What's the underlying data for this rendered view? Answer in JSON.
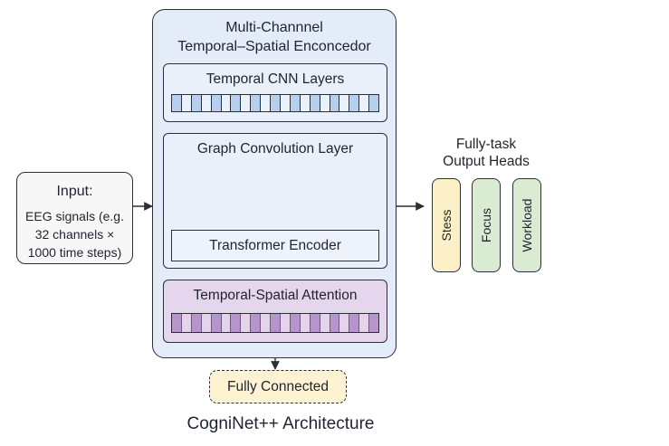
{
  "input": {
    "title": "Input:",
    "line1": "EEG signals (e.g.",
    "line2": "32 channels ×",
    "line3": "1000 time steps)"
  },
  "encoder": {
    "title_line1": "Multi-Channnel",
    "title_line2": "Temporal–Spatial Enconcedor",
    "cnn_label": "Temporal CNN Layers",
    "graph_label": "Graph Convolution Layer",
    "transformer_label": "Transformer Encoder",
    "attention_label": "Temporal-Spatial Attention"
  },
  "fully_connected": {
    "label": "Fully Connected"
  },
  "output_heads": {
    "title_line1": "Fully-task",
    "title_line2": "Output Heads",
    "heads": [
      "Stess",
      "Focus",
      "Workload"
    ]
  },
  "caption": "CogniNet++ Architecture",
  "colors": {
    "encoder_bg": "#e3ecf8",
    "attention_bg": "#e4d6ec",
    "node": "#a98bc4",
    "stress_head": "#fbf0c6",
    "focus_head": "#d9ecd3",
    "workload_head": "#d9ecd3",
    "fully_connected_bg": "#fdf3d2"
  }
}
